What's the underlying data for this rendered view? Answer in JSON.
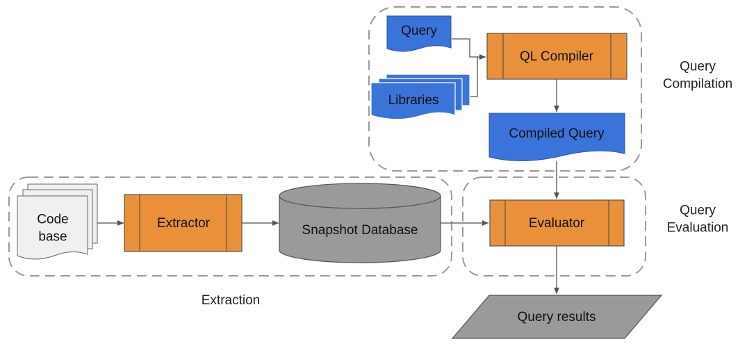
{
  "groups": {
    "compilation": "Query\nCompilation",
    "evaluation": "Query\nEvaluation",
    "extraction": "Extraction"
  },
  "nodes": {
    "query": "Query",
    "libraries": "Libraries",
    "ql_compiler": "QL Compiler",
    "compiled_query": "Compiled Query",
    "code_base": "Code\nbase",
    "extractor": "Extractor",
    "snapshot_db": "Snapshot Database",
    "evaluator": "Evaluator",
    "query_results": "Query results"
  },
  "colors": {
    "process": "#e8913a",
    "document": "#3b74d8",
    "store": "#9a9a9a",
    "input": "#f0f0f0",
    "outline": "#555555",
    "group_border": "#9a9a9a",
    "arrow": "#555555"
  }
}
